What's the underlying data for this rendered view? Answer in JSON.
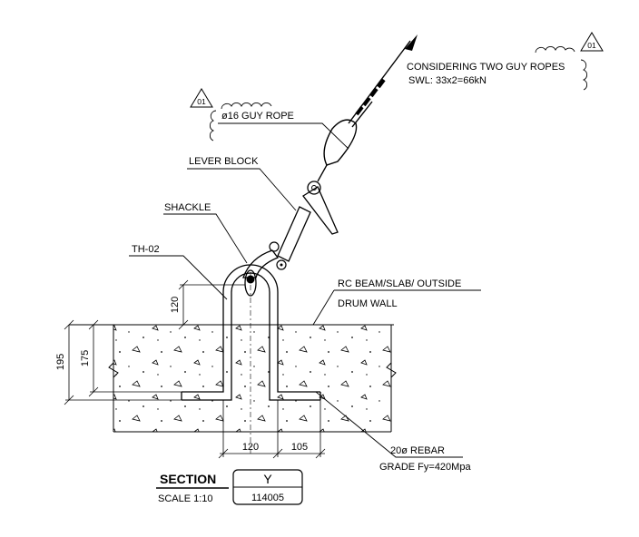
{
  "revision_mark": "01",
  "labels": {
    "guy_rope": "ø16 GUY ROPE",
    "lever_block": "LEVER BLOCK",
    "shackle": "SHACKLE",
    "anchor_tag": "TH-02",
    "note_line1": "CONSIDERING TWO GUY ROPES",
    "note_line2": "SWL: 33x2=66kN",
    "structure_line1": "RC BEAM/SLAB/ OUTSIDE",
    "structure_line2": "DRUM WALL",
    "rebar_line1": "20ø REBAR",
    "rebar_line2": "GRADE Fy=420Mpa"
  },
  "dimensions": {
    "projection": "120",
    "total_depth": "195",
    "embedment": "175",
    "loop_width": "120",
    "hook_length": "105"
  },
  "section_box": {
    "title": "SECTION",
    "scale": "SCALE 1:10",
    "id": "Y",
    "ref": "114005"
  }
}
